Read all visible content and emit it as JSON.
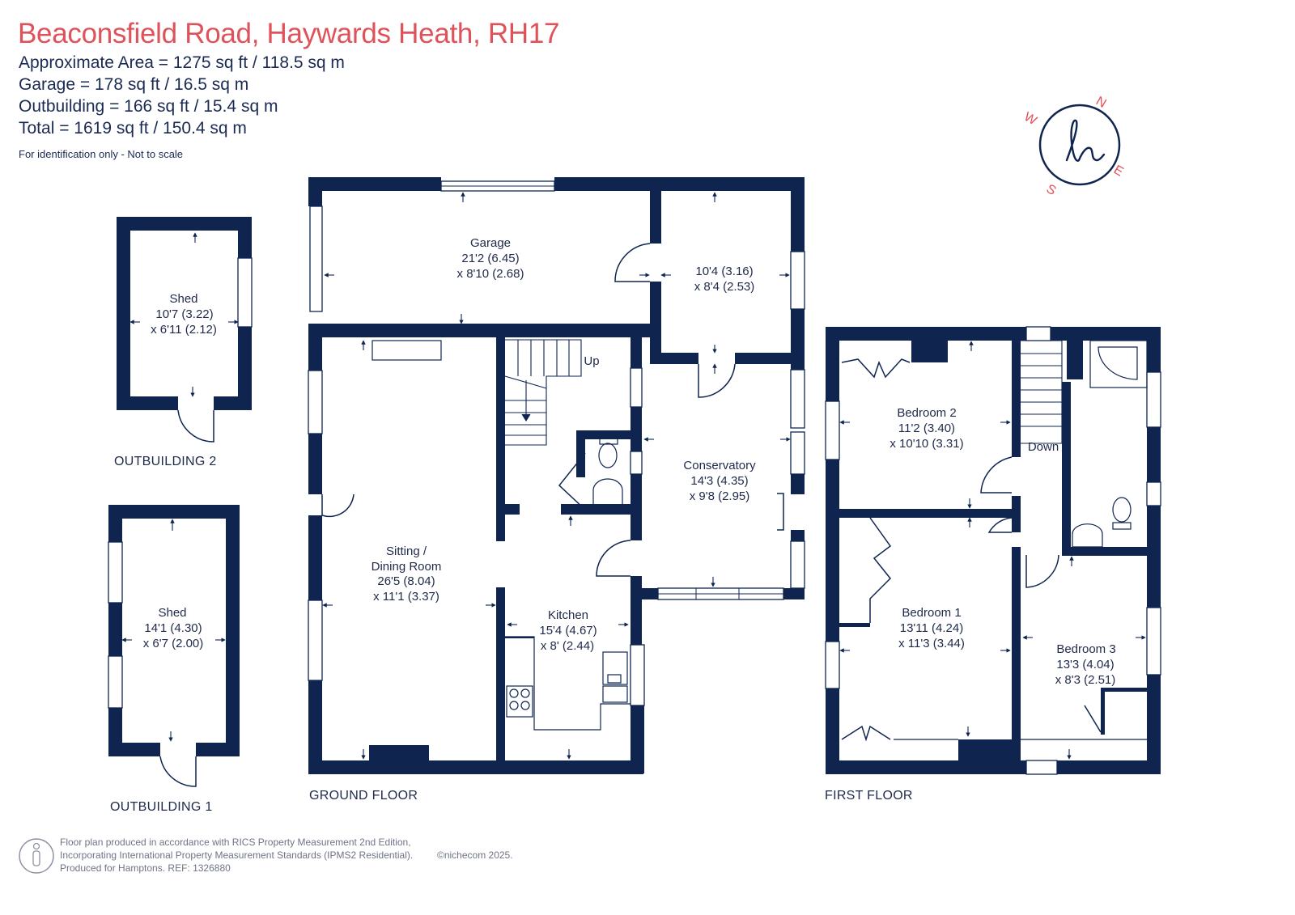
{
  "header": {
    "title": "Beaconsfield Road, Haywards Heath, RH17",
    "areas": [
      "Approximate Area = 1275 sq ft / 118.5 sq m",
      "Garage = 178 sq ft / 16.5 sq m",
      "Outbuilding = 166 sq ft / 15.4 sq m",
      "Total = 1619 sq ft / 150.4 sq m"
    ],
    "note": "For identification only - Not to scale"
  },
  "compass": {
    "n": "N",
    "e": "E",
    "s": "S",
    "w": "W",
    "logo": "h"
  },
  "rooms": {
    "shed2": [
      "Shed",
      "10'7 (3.22)",
      "x 6'11 (2.12)"
    ],
    "shed1": [
      "Shed",
      "14'1 (4.30)",
      "x 6'7 (2.00)"
    ],
    "garage": [
      "Garage",
      "21'2 (6.45)",
      "x 8'10 (2.68)"
    ],
    "store": [
      "10'4 (3.16)",
      "x 8'4 (2.53)"
    ],
    "sitting": [
      "Sitting  /",
      "Dining Room",
      "26'5 (8.04)",
      "x 11'1 (3.37)"
    ],
    "kitchen": [
      "Kitchen",
      "15'4 (4.67)",
      "x 8' (2.44)"
    ],
    "conservatory": [
      "Conservatory",
      "14'3 (4.35)",
      "x 9'8 (2.95)"
    ],
    "bed2": [
      "Bedroom 2",
      "11'2 (3.40)",
      "x 10'10 (3.31)"
    ],
    "bed1": [
      "Bedroom 1",
      "13'11 (4.24)",
      "x 11'3 (3.44)"
    ],
    "bed3": [
      "Bedroom 3",
      "13'3 (4.04)",
      "x 8'3 (2.51)"
    ],
    "up": "Up",
    "down": "Down"
  },
  "floors": {
    "outbuilding2": "OUTBUILDING 2",
    "outbuilding1": "OUTBUILDING 1",
    "ground": "GROUND FLOOR",
    "first": "FIRST FLOOR"
  },
  "footer": {
    "lines": [
      "Floor plan produced in accordance with RICS Property Measurement 2nd Edition,",
      "Incorporating International Property Measurement Standards (IPMS2 Residential).",
      "Produced for Hamptons.   REF:  1326880"
    ],
    "copyright": "©nichecom 2025."
  },
  "colors": {
    "wall": "#0f2550",
    "title": "#e0525a",
    "window": "#a8b0c2"
  }
}
